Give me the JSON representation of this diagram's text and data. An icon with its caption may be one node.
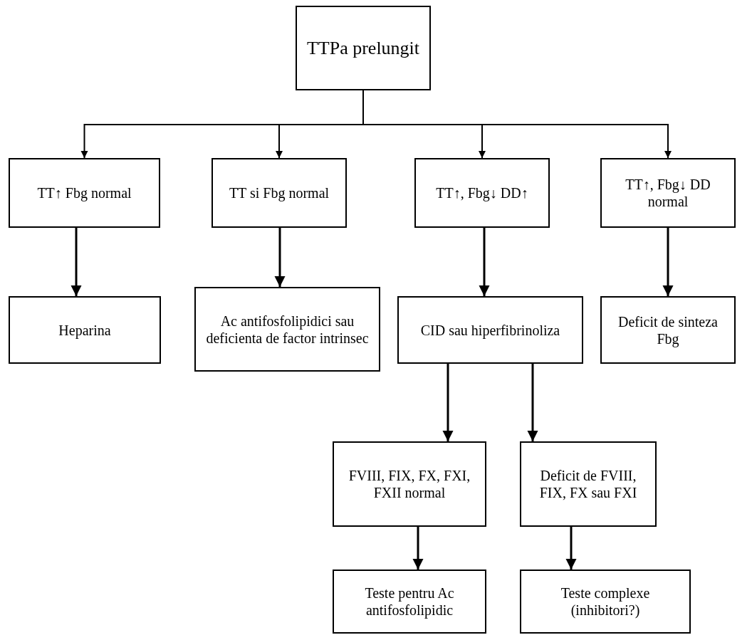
{
  "diagram": {
    "nodes": [
      {
        "text": [
          "TTPa prelungit"
        ]
      },
      {
        "text": [
          "TT↑ Fbg normal"
        ]
      },
      {
        "text": [
          "TT si Fbg normal"
        ]
      },
      {
        "text": [
          "TT↑, Fbg↓ DD↑"
        ]
      },
      {
        "text": [
          "TT↑, Fbg↓ DD normal"
        ]
      },
      {
        "text": [
          "Heparina"
        ]
      },
      {
        "text": [
          "Ac antifosfolipidici sau deficienta  de factor intrinsec"
        ]
      },
      {
        "text": [
          "CID sau hiperfibrinoliza"
        ]
      },
      {
        "text": [
          "Deficit de sinteza Fbg"
        ]
      },
      {
        "text": [
          "FVIII, FIX, FX, FXI, FXII normal"
        ]
      },
      {
        "text": [
          "Deficit de FVIII, FIX, FX sau FXI"
        ]
      },
      {
        "text": [
          "Teste pentru Ac antifosfolipidic"
        ]
      },
      {
        "text": [
          "Teste complexe (inhibitori?)"
        ]
      }
    ],
    "edges": [
      {
        "from": 0,
        "to": 1,
        "arrow": "to"
      },
      {
        "from": 0,
        "to": 2,
        "arrow": "to"
      },
      {
        "from": 0,
        "to": 3,
        "arrow": "to"
      },
      {
        "from": 0,
        "to": 4,
        "arrow": "to"
      },
      {
        "from": 1,
        "to": 5,
        "arrow": "to"
      },
      {
        "from": 2,
        "to": 6,
        "arrow": "to"
      },
      {
        "from": 3,
        "to": 7,
        "arrow": "to"
      },
      {
        "from": 4,
        "to": 8,
        "arrow": "to"
      },
      {
        "from": 7,
        "to": 9,
        "arrow": "to"
      },
      {
        "from": 7,
        "to": 10,
        "arrow": "to"
      },
      {
        "from": 9,
        "to": 11,
        "arrow": "to"
      },
      {
        "from": 10,
        "to": 12,
        "arrow": "to"
      }
    ]
  }
}
